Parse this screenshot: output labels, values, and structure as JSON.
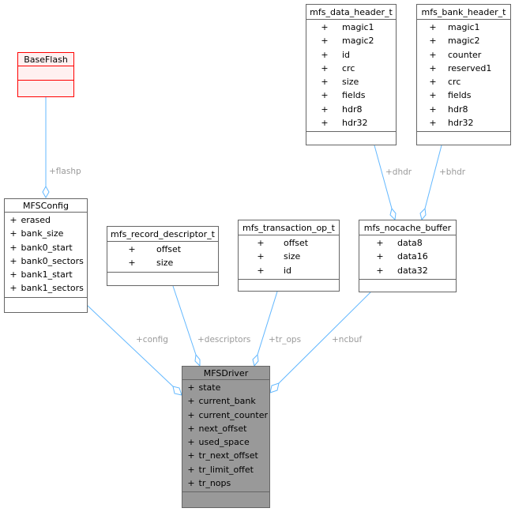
{
  "nodes": {
    "baseflash": {
      "title": "BaseFlash"
    },
    "mfsconfig": {
      "title": "MFSConfig",
      "attrs": [
        {
          "vis": "+",
          "name": "erased"
        },
        {
          "vis": "+",
          "name": "bank_size"
        },
        {
          "vis": "+",
          "name": "bank0_start"
        },
        {
          "vis": "+",
          "name": "bank0_sectors"
        },
        {
          "vis": "+",
          "name": "bank1_start"
        },
        {
          "vis": "+",
          "name": "bank1_sectors"
        }
      ]
    },
    "record_descriptor": {
      "title": "mfs_record_descriptor_t",
      "attrs": [
        {
          "vis": "+",
          "name": "offset"
        },
        {
          "vis": "+",
          "name": "size"
        }
      ]
    },
    "transaction_op": {
      "title": "mfs_transaction_op_t",
      "attrs": [
        {
          "vis": "+",
          "name": "offset"
        },
        {
          "vis": "+",
          "name": "size"
        },
        {
          "vis": "+",
          "name": "id"
        }
      ]
    },
    "nocache_buffer": {
      "title": "mfs_nocache_buffer",
      "attrs": [
        {
          "vis": "+",
          "name": "data8"
        },
        {
          "vis": "+",
          "name": "data16"
        },
        {
          "vis": "+",
          "name": "data32"
        }
      ]
    },
    "data_header": {
      "title": "mfs_data_header_t",
      "attrs": [
        {
          "vis": "+",
          "name": "magic1"
        },
        {
          "vis": "+",
          "name": "magic2"
        },
        {
          "vis": "+",
          "name": "id"
        },
        {
          "vis": "+",
          "name": "crc"
        },
        {
          "vis": "+",
          "name": "size"
        },
        {
          "vis": "+",
          "name": "fields"
        },
        {
          "vis": "+",
          "name": "hdr8"
        },
        {
          "vis": "+",
          "name": "hdr32"
        }
      ]
    },
    "bank_header": {
      "title": "mfs_bank_header_t",
      "attrs": [
        {
          "vis": "+",
          "name": "magic1"
        },
        {
          "vis": "+",
          "name": "magic2"
        },
        {
          "vis": "+",
          "name": "counter"
        },
        {
          "vis": "+",
          "name": "reserved1"
        },
        {
          "vis": "+",
          "name": "crc"
        },
        {
          "vis": "+",
          "name": "fields"
        },
        {
          "vis": "+",
          "name": "hdr8"
        },
        {
          "vis": "+",
          "name": "hdr32"
        }
      ]
    },
    "mfsdriver": {
      "title": "MFSDriver",
      "attrs": [
        {
          "vis": "+",
          "name": "state"
        },
        {
          "vis": "+",
          "name": "current_bank"
        },
        {
          "vis": "+",
          "name": "current_counter"
        },
        {
          "vis": "+",
          "name": "next_offset"
        },
        {
          "vis": "+",
          "name": "used_space"
        },
        {
          "vis": "+",
          "name": "tr_next_offset"
        },
        {
          "vis": "+",
          "name": "tr_limit_offet"
        },
        {
          "vis": "+",
          "name": "tr_nops"
        }
      ]
    }
  },
  "edges": {
    "flashp": "+flashp",
    "config": "+config",
    "descriptors": "+descriptors",
    "tr_ops": "+tr_ops",
    "ncbuf": "+ncbuf",
    "dhdr": "+dhdr",
    "bhdr": "+bhdr"
  },
  "colors": {
    "edge": "#63b8ff",
    "edge_label": "#9a9a9a",
    "node_border": "#666666",
    "highlight_fill": "#999999",
    "undocumented_border": "#ff0000",
    "undocumented_fill": "#fff0f0"
  }
}
